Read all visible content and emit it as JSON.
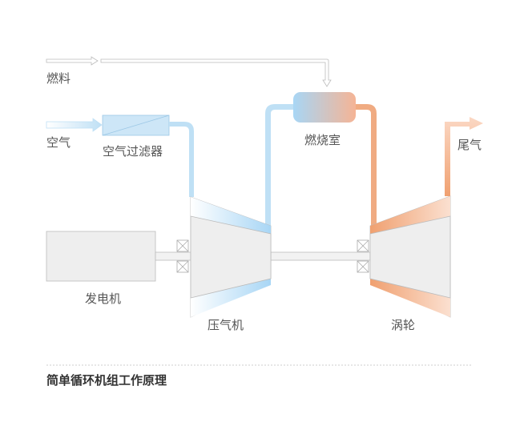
{
  "labels": {
    "fuel": "燃料",
    "air": "空气",
    "air_filter": "空气过滤器",
    "combustor": "燃烧室",
    "exhaust": "尾气",
    "generator": "发电机",
    "compressor": "压气机",
    "turbine": "涡轮"
  },
  "caption": "简单循环机组工作原理",
  "colors": {
    "cold_air": "#bfe0f5",
    "hot_gas": "#f0ab82",
    "machine_gray": "#eeeeee",
    "outline": "#bbbbbb"
  }
}
